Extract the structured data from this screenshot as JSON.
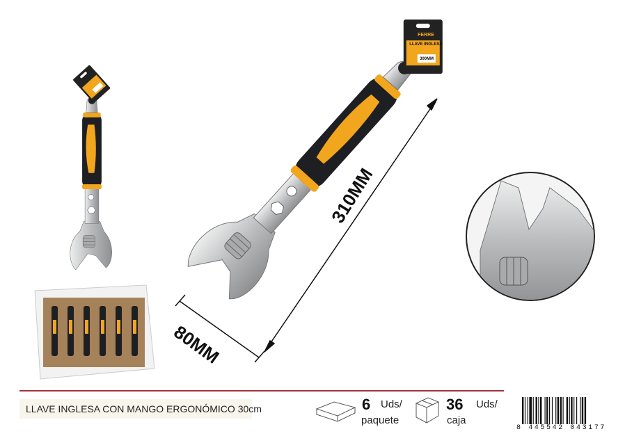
{
  "product": {
    "title": "LLAVE INGLESA CON MANGO ERGONÓMICO 30cm",
    "card_label": "LLAVE INGLESA",
    "card_brand": "FERRE",
    "card_size": "300MM"
  },
  "dimensions": {
    "length": "310MM",
    "width": "80MM"
  },
  "packaging": {
    "pack_qty": "6",
    "pack_unit_line1": "Uds/",
    "pack_unit_line2": "paquete",
    "box_qty": "36",
    "box_unit_line1": "Uds/",
    "box_unit_line2": "caja"
  },
  "barcode": {
    "digits": "8 445542 043177"
  },
  "colors": {
    "accent_line": "#a0323c",
    "handle_orange": "#f2a61e",
    "handle_black": "#1e1f22",
    "steel": "#c9cacc"
  }
}
